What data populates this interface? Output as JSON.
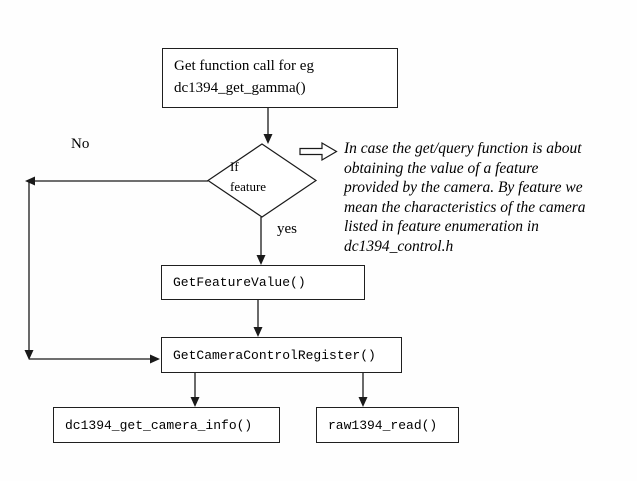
{
  "nodes": {
    "start": {
      "line1": "Get function call for eg",
      "line2": "dc1394_get_gamma()"
    },
    "decision": {
      "line1": "If",
      "line2": "feature"
    },
    "get_feature_value": "GetFeatureValue()",
    "get_camera_control_register": "GetCameraControlRegister()",
    "dc1394_get_camera_info": "dc1394_get_camera_info()",
    "raw1394_read": "raw1394_read()"
  },
  "labels": {
    "no": "No",
    "yes": "yes"
  },
  "annotation": {
    "lines": [
      "In case the get/query function is about",
      "obtaining the value of a feature",
      "provided by the camera. By feature we",
      "mean the characteristics of the camera",
      "listed in feature enumeration in",
      "dc1394_control.h"
    ]
  },
  "icons": {
    "note_pointer": "hollow-right-block-arrow"
  },
  "colors": {
    "background": "#fefefe",
    "line": "#1a1a1a",
    "box_fill": "#ffffff",
    "text": "#000000"
  }
}
